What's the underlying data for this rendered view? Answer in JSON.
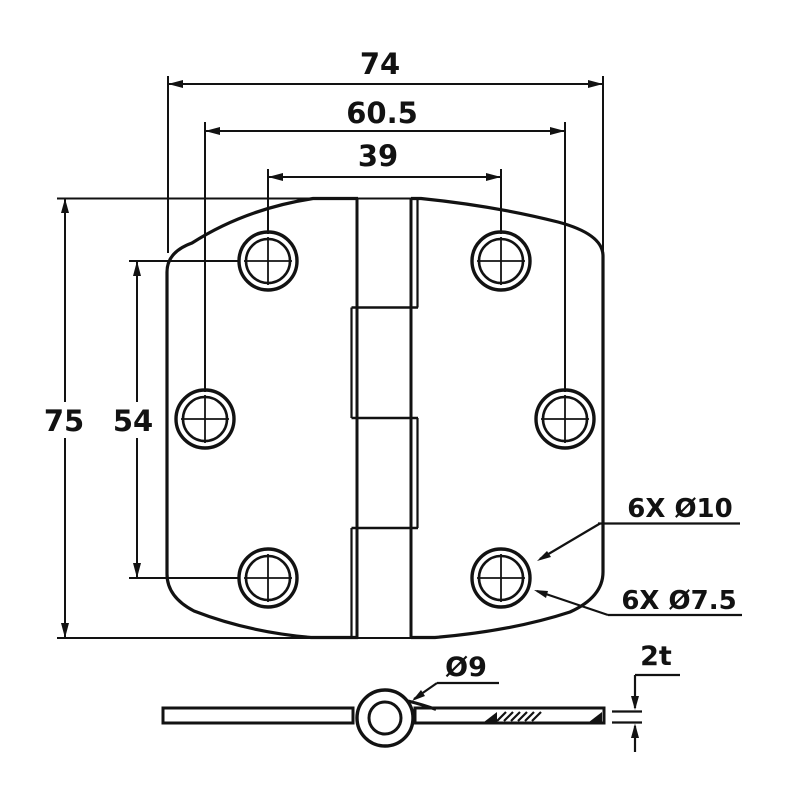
{
  "drawing": {
    "background": "#ffffff",
    "line_color": "#121212",
    "plan_view": {
      "overall_width": "74",
      "middle_hole_span": "60.5",
      "top_hole_span": "39",
      "overall_height": "75",
      "vertical_hole_span": "54",
      "countersink_callout": "6X Ø10",
      "through_hole_callout": "6X Ø7.5"
    },
    "side_view": {
      "knuckle_diameter": "Ø9",
      "thickness_callout": "2t"
    }
  }
}
